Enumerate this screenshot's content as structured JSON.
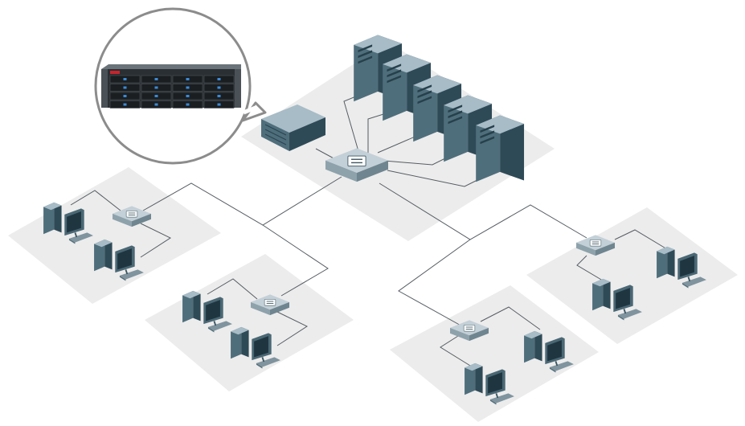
{
  "diagram": {
    "title": "",
    "colors": {
      "background": "#ffffff",
      "zone": "#ececec",
      "device_front": "#4f6e7c",
      "device_side": "#2f4a57",
      "device_top": "#a7bcc6",
      "switch_body": "#c3d0d7",
      "screen": "#1f3540",
      "wire": "#555d62",
      "callout_border": "#8c8c8c",
      "storage_chassis": "#2a2f33",
      "drive_led": "#3a8ad6",
      "vendor_badge": "#c8242b"
    },
    "nodes": [
      {
        "id": "core-switch",
        "icon": "network-switch-icon",
        "role": "core"
      },
      {
        "id": "storage-array",
        "icon": "storage-array-icon",
        "role": "storage"
      },
      {
        "id": "server-1",
        "icon": "tower-server-icon",
        "role": "server"
      },
      {
        "id": "server-2",
        "icon": "tower-server-icon",
        "role": "server"
      },
      {
        "id": "server-3",
        "icon": "tower-server-icon",
        "role": "server"
      },
      {
        "id": "server-4",
        "icon": "tower-server-icon",
        "role": "server"
      },
      {
        "id": "server-5",
        "icon": "tower-server-icon",
        "role": "server"
      },
      {
        "id": "switch-a",
        "icon": "network-switch-icon",
        "role": "access"
      },
      {
        "id": "switch-b",
        "icon": "network-switch-icon",
        "role": "access"
      },
      {
        "id": "switch-c",
        "icon": "network-switch-icon",
        "role": "access"
      },
      {
        "id": "switch-d",
        "icon": "network-switch-icon",
        "role": "access"
      },
      {
        "id": "workstation-a1",
        "icon": "workstation-icon",
        "role": "client"
      },
      {
        "id": "workstation-a2",
        "icon": "workstation-icon",
        "role": "client"
      },
      {
        "id": "workstation-b1",
        "icon": "workstation-icon",
        "role": "client"
      },
      {
        "id": "workstation-b2",
        "icon": "workstation-icon",
        "role": "client"
      },
      {
        "id": "workstation-c1",
        "icon": "workstation-icon",
        "role": "client"
      },
      {
        "id": "workstation-c2",
        "icon": "workstation-icon",
        "role": "client"
      },
      {
        "id": "workstation-d1",
        "icon": "workstation-icon",
        "role": "client"
      },
      {
        "id": "workstation-d2",
        "icon": "workstation-icon",
        "role": "client"
      }
    ],
    "links": [
      [
        "core-switch",
        "storage-array"
      ],
      [
        "core-switch",
        "server-1"
      ],
      [
        "core-switch",
        "server-2"
      ],
      [
        "core-switch",
        "server-3"
      ],
      [
        "core-switch",
        "server-4"
      ],
      [
        "core-switch",
        "server-5"
      ],
      [
        "core-switch",
        "switch-a"
      ],
      [
        "core-switch",
        "switch-b"
      ],
      [
        "core-switch",
        "switch-c"
      ],
      [
        "core-switch",
        "switch-d"
      ],
      [
        "switch-a",
        "workstation-a1"
      ],
      [
        "switch-a",
        "workstation-a2"
      ],
      [
        "switch-b",
        "workstation-b1"
      ],
      [
        "switch-b",
        "workstation-b2"
      ],
      [
        "switch-c",
        "workstation-c1"
      ],
      [
        "switch-c",
        "workstation-c2"
      ],
      [
        "switch-d",
        "workstation-d1"
      ],
      [
        "switch-d",
        "workstation-d2"
      ]
    ],
    "callout": {
      "target": "storage-array",
      "icon": "rack-storage-chassis-icon",
      "drive_bays": 16
    }
  }
}
